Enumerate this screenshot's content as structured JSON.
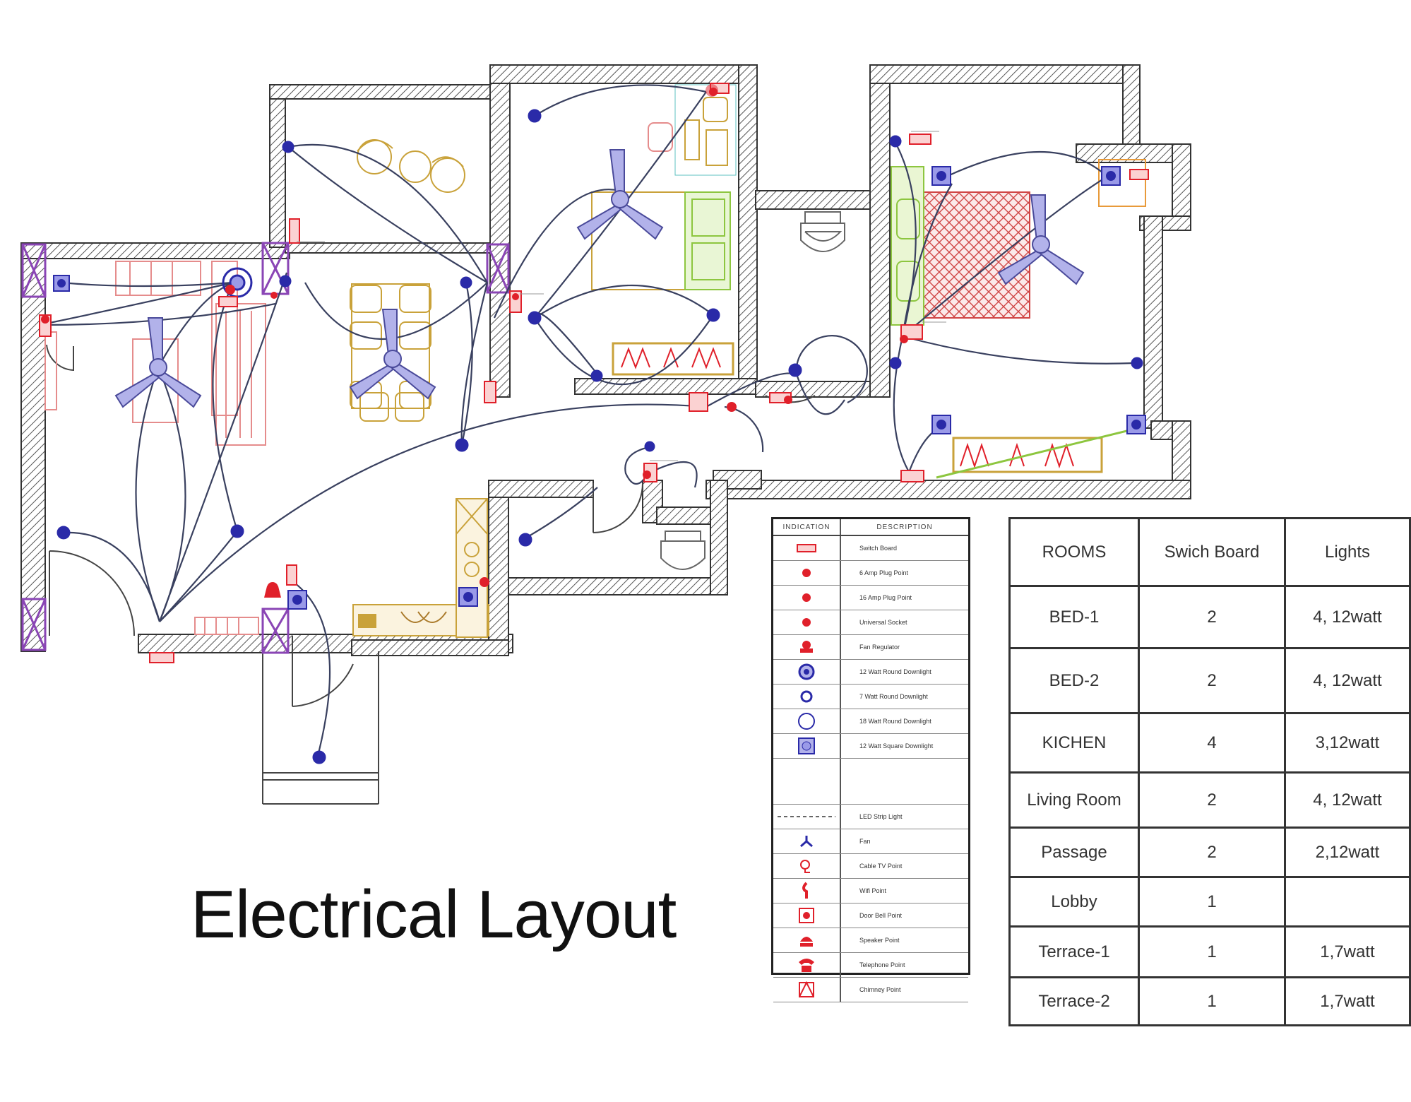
{
  "title": "Electrical Layout",
  "colors": {
    "wall": "#444444",
    "wire": "#39405f",
    "light": "#2a2aa8",
    "switch_board": "#e0202a",
    "furniture": "#e58c8c",
    "kitchen": "#c9a23a",
    "window": "#8a45b5",
    "bed_green": "#8dc63f"
  },
  "legend": {
    "headers": [
      "INDICATION",
      "DESCRIPTION"
    ],
    "items": [
      {
        "icon": "switch-board-icon",
        "label": "Switch Board"
      },
      {
        "icon": "plug-6amp-icon",
        "label": "6 Amp Plug Point"
      },
      {
        "icon": "plug-16amp-icon",
        "label": "16 Amp Plug Point"
      },
      {
        "icon": "universal-socket-icon",
        "label": "Universal Socket"
      },
      {
        "icon": "fan-regulator-icon",
        "label": "Fan Regulator"
      },
      {
        "icon": "downlight-12w-round-icon",
        "label": "12 Watt Round Downlight"
      },
      {
        "icon": "downlight-7w-round-icon",
        "label": "7 Watt Round Downlight"
      },
      {
        "icon": "downlight-18w-round-icon",
        "label": "18 Watt Round Downlight"
      },
      {
        "icon": "downlight-12w-square-icon",
        "label": "12 Watt Square Downlight"
      },
      {
        "icon": "blank-icon",
        "label": ""
      },
      {
        "icon": "led-strip-icon",
        "label": "LED Strip Light"
      },
      {
        "icon": "fan-icon",
        "label": "Fan"
      },
      {
        "icon": "cable-tv-icon",
        "label": "Cable TV Point"
      },
      {
        "icon": "wifi-point-icon",
        "label": "Wifi Point"
      },
      {
        "icon": "door-bell-icon",
        "label": "Door Bell Point"
      },
      {
        "icon": "speaker-point-icon",
        "label": "Speaker Point"
      },
      {
        "icon": "telephone-point-icon",
        "label": "Telephone Point"
      },
      {
        "icon": "chimney-point-icon",
        "label": "Chimney Point"
      }
    ]
  },
  "rooms_table": {
    "headers": [
      "ROOMS",
      "Swich Board",
      "Lights"
    ],
    "rows": [
      [
        "BED-1",
        "2",
        "4, 12watt"
      ],
      [
        "BED-2",
        "2",
        "4, 12watt"
      ],
      [
        "KICHEN",
        "4",
        "3,12watt"
      ],
      [
        "Living Room",
        "2",
        "4, 12watt"
      ],
      [
        "Passage",
        "2",
        "2,12watt"
      ],
      [
        "Lobby",
        "1",
        ""
      ],
      [
        "Terrace-1",
        "1",
        "1,7watt"
      ],
      [
        "Terrace-2",
        "1",
        "1,7watt"
      ]
    ]
  }
}
